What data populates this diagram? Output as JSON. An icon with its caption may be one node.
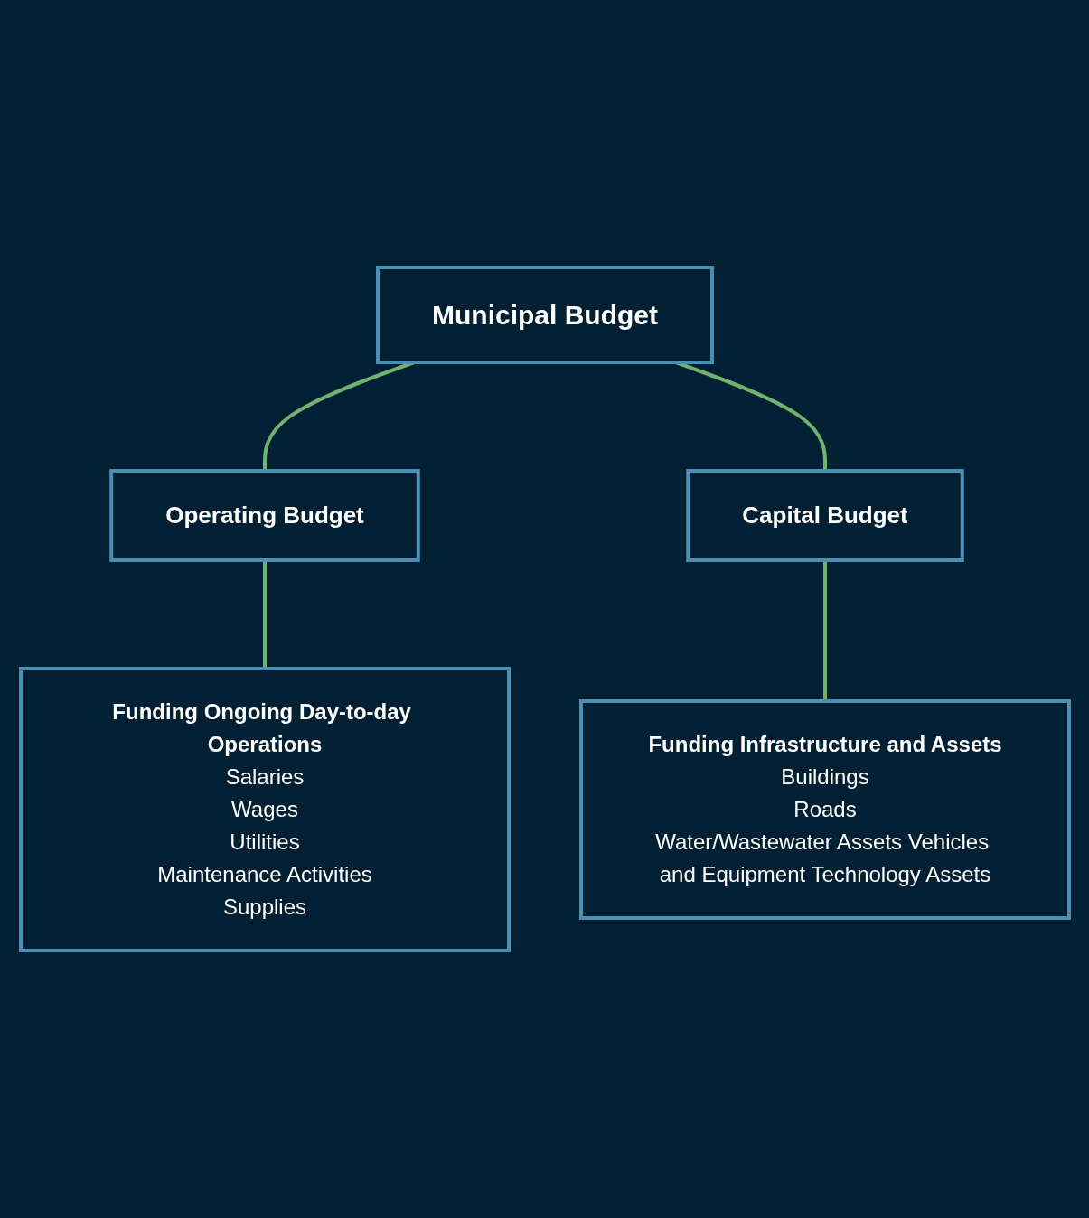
{
  "diagram": {
    "nodes": [
      {
        "text": [
          "Municipal Budget"
        ]
      },
      {
        "text": [
          "Operating Budget"
        ]
      },
      {
        "text": [
          "Capital Budget"
        ]
      },
      {
        "text": [
          "Funding Ongoing Day-to-day Operations",
          "Salaries",
          "Wages",
          "Utilities",
          "Maintenance Activities",
          "Supplies"
        ]
      },
      {
        "text": [
          "Funding Infrastructure and Assets",
          "Buildings",
          "Roads",
          "Water/Wastewater Assets Vehicles and Equipment Technology Assets"
        ]
      }
    ],
    "edges": [
      {
        "from": 0,
        "to": 1,
        "arrow": "none"
      },
      {
        "from": 0,
        "to": 2,
        "arrow": "none"
      },
      {
        "from": 1,
        "to": 3,
        "arrow": "none"
      },
      {
        "from": 2,
        "to": 4,
        "arrow": "none"
      }
    ]
  }
}
